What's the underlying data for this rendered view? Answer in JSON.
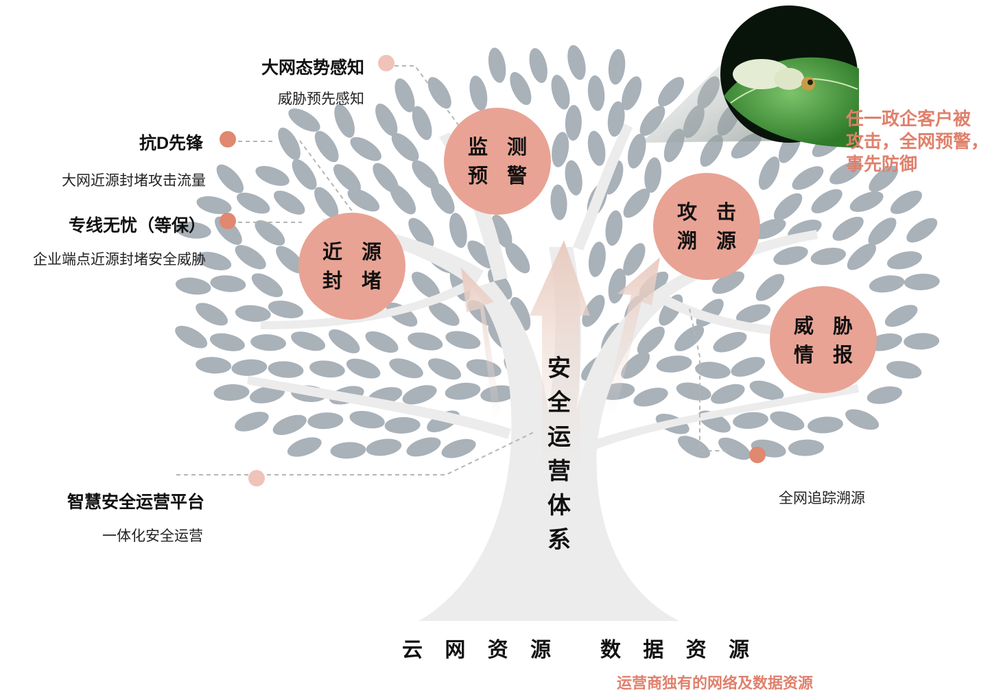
{
  "colors": {
    "leaf": "#a9b1b9",
    "trunk": "#ebebeb",
    "circle": "#e8a394",
    "dot": "#e08870",
    "dot_light": "#f0c3b8",
    "accent_text": "#e0806c",
    "dash": "#b8b8b8"
  },
  "center_title": "安全运营体系",
  "nodes": [
    {
      "line1": "监 测",
      "line2": "预 警"
    },
    {
      "line1": "近 源",
      "line2": "封 堵"
    },
    {
      "line1": "攻 击",
      "line2": "溯 源"
    },
    {
      "line1": "威 胁",
      "line2": "情 报"
    }
  ],
  "labels": {
    "situational": {
      "title": "大网态势感知",
      "sub": "威胁预先感知"
    },
    "anti_d": {
      "title": "抗D先锋",
      "sub": "大网近源封堵攻击流量"
    },
    "dedicated": {
      "title": "专线无忧（等保）",
      "sub": "企业端点近源封堵安全威胁"
    },
    "platform": {
      "title": "智慧安全运营平台",
      "sub": "一体化安全运营"
    },
    "trace": {
      "sub": "全网追踪溯源"
    }
  },
  "callout": {
    "line1": "任一政企客户被",
    "line2": "攻击，全网预警，",
    "line3": "事先防御"
  },
  "bottom": {
    "cloud": "云 网 资 源",
    "data": "数 据 资 源",
    "note": "运营商独有的网络及数据资源"
  },
  "icons": {
    "photo": "caterpillar-on-leaf-photo"
  }
}
